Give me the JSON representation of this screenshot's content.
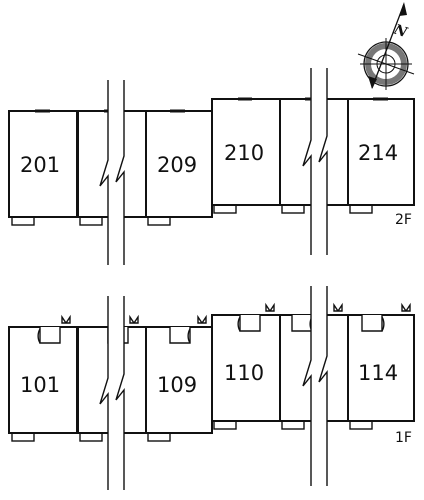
{
  "floors": [
    {
      "label": "2F",
      "units": [
        "201",
        "209",
        "210",
        "214"
      ]
    },
    {
      "label": "1F",
      "units": [
        "101",
        "109",
        "110",
        "114"
      ]
    }
  ],
  "compass": {
    "north_label": "N",
    "icon": "compass-rose-icon"
  },
  "colors": {
    "line": "#111111",
    "background": "#ffffff"
  }
}
